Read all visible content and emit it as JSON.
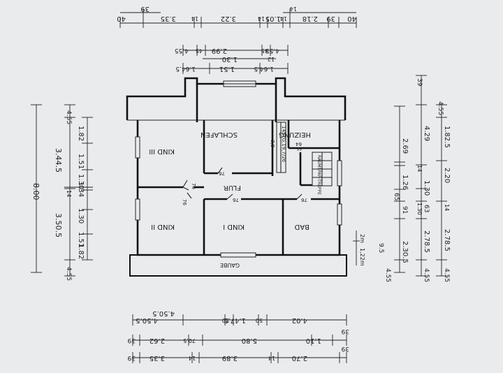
{
  "rooms": {
    "schlafen": "SCHLAFEN",
    "heizung": "HEIZUNG",
    "kind3": "KIND III",
    "kind2": "KIND II",
    "kind1": "KIND I",
    "bad": "BAD",
    "flur": "FLUR",
    "gaube": "GAUBE",
    "raumspartreppe": "RAUMSPAR-TREPPE"
  },
  "labels": {
    "door_76": "76",
    "door_64": "64",
    "door_55": "55",
    "stair_text": "14STG.19,7/26",
    "stair_text2": "3,8",
    "height_2m": "2m",
    "height_122m": "1,22m"
  },
  "dims_top": {
    "row1": [
      "40",
      "3.35",
      "14",
      "3.22",
      "14",
      "1.05",
      "14",
      "2.18",
      "39",
      "40"
    ],
    "row1b": [
      "39",
      "14"
    ],
    "row2": [
      "4.55",
      "45",
      "2.99",
      "45",
      "4.55"
    ],
    "row3": [
      "1.30",
      "12"
    ],
    "row4": [
      "1.64.5",
      "1.51",
      "1.64.5"
    ]
  },
  "dims_left": [
    "4.55",
    "1.82",
    "1.51",
    "1.30",
    "3.44.5",
    "8.00",
    "14",
    "1.34",
    "1.30",
    "1.51",
    "3.50.5",
    "1.82",
    "4.55"
  ],
  "dims_right_a": [
    "39",
    "2.69",
    "14",
    "1.26",
    "65",
    "91",
    "2.30.5",
    "9.5",
    "4.55"
  ],
  "dims_right_b": [
    "4.55",
    "1.82.5",
    "4.29",
    "2.20",
    "1.30",
    "63",
    "1.30",
    "2.78.5",
    "4.55"
  ],
  "dims_right_c": [
    "4.55",
    "1.82.5",
    "2.20",
    "14",
    "2.78.5",
    "4.55"
  ],
  "dims_bottom": {
    "row1": [
      "4.50.5",
      "50",
      "1.47.5",
      "50",
      "4.50.5",
      "4.02"
    ],
    "row2": [
      "39",
      "2.62",
      "70.5",
      "5.80",
      "1.10",
      "39"
    ],
    "row3": [
      "39",
      "3.35",
      "14",
      "3.89",
      "14",
      "2.70",
      "39"
    ]
  }
}
